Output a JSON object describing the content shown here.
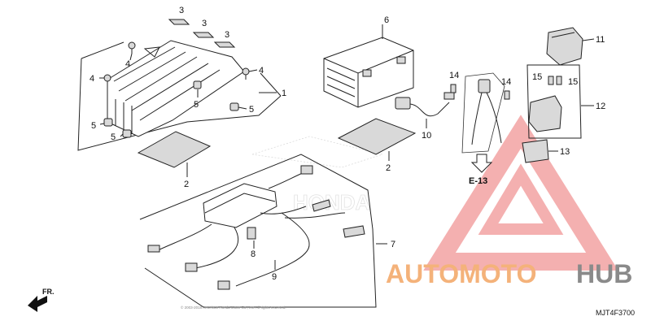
{
  "callouts": {
    "c1": "1",
    "c2a": "2",
    "c2b": "2",
    "c3a": "3",
    "c3b": "3",
    "c3c": "3",
    "c4a": "4",
    "c4b": "4",
    "c4c": "4",
    "c5a": "5",
    "c5b": "5",
    "c5c": "5",
    "c5d": "5",
    "c6": "6",
    "c7": "7",
    "c8": "8",
    "c9": "9",
    "c10": "10",
    "c11": "11",
    "c12": "12",
    "c13": "13",
    "c14a": "14",
    "c14b": "14",
    "c15a": "15",
    "c15b": "15"
  },
  "reference": "E-13",
  "direction": "FR.",
  "diagram_code": "MJT4F3700",
  "watermark": {
    "part1": "AUTOMOTO",
    "part2": "HUB",
    "color1": "#f4b27a",
    "color2": "#8a8a8a",
    "logo_color": "#f0a0a0"
  },
  "copyright": "© 2003-2018 American Honda Motor Co., Inc. All rights reserved."
}
